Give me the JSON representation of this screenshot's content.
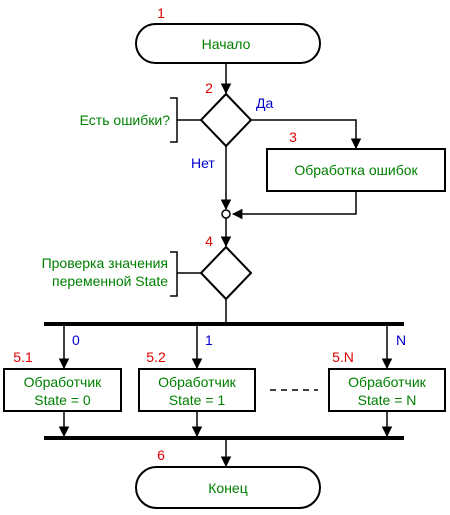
{
  "nodes": {
    "start": {
      "number": "1",
      "label": "Начало"
    },
    "check_errors": {
      "number": "2",
      "question": "Есть ошибки?",
      "yes_label": "Да",
      "no_label": "Нет"
    },
    "handle_errors": {
      "number": "3",
      "label": "Обработка ошибок"
    },
    "check_state": {
      "number": "4",
      "question_line1": "Проверка значения",
      "question_line2": "переменной State"
    },
    "handler_0": {
      "number": "5.1",
      "branch": "0",
      "line1": "Обработчик",
      "line2": "State = 0"
    },
    "handler_1": {
      "number": "5.2",
      "branch": "1",
      "line1": "Обработчик",
      "line2": "State = 1"
    },
    "handler_n": {
      "number": "5.N",
      "branch": "N",
      "line1": "Обработчик",
      "line2": "State = N"
    },
    "end": {
      "number": "6",
      "label": "Конец"
    }
  }
}
